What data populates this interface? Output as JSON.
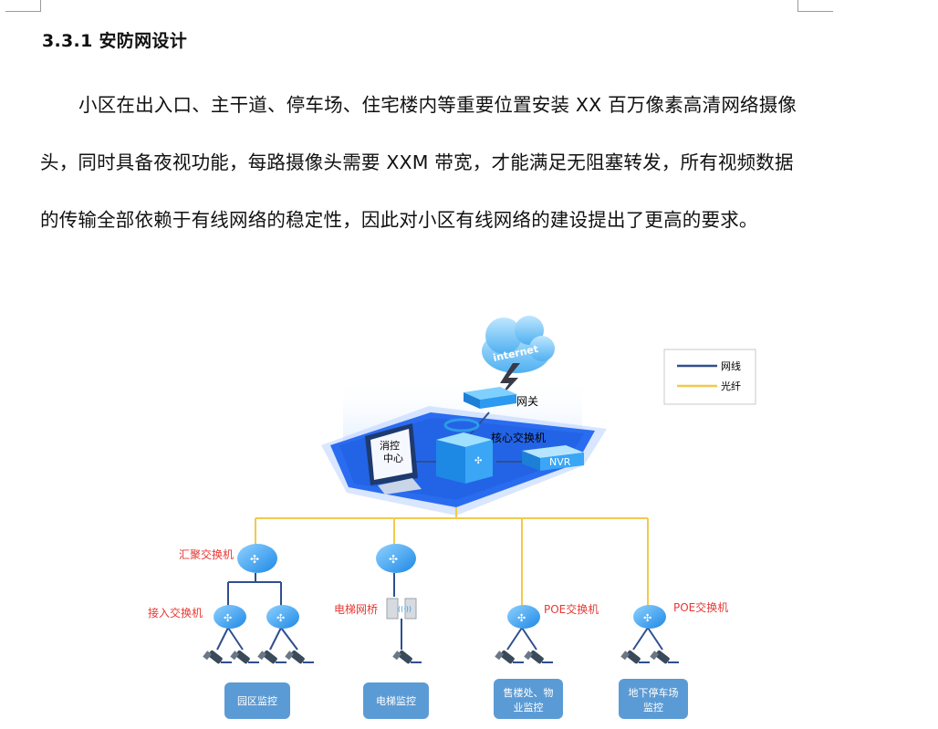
{
  "section": {
    "heading": "3.3.1 安防网设计",
    "paragraph": "小区在出入口、主干道、停车场、住宅楼内等重要位置安装 XX 百万像素高清网络摄像头，同时具备夜视功能，每路摄像头需要 XXM 带宽，才能满足无阻塞转发，所有视频数据的传输全部依赖于有线网络的稳定性，因此对小区有线网络的建设提出了更高的要求。"
  },
  "diagram": {
    "cloud_label": "internet",
    "legend": {
      "cable": "网线",
      "fiber": "光纤"
    },
    "labels": {
      "gateway": "网关",
      "core_switch": "核心交换机",
      "control_center_1": "消控",
      "control_center_2": "中心",
      "nvr": "NVR",
      "aggregation_switch": "汇聚交换机",
      "access_switch": "接入交换机",
      "elevator_bridge": "电梯网桥",
      "poe_switch_1": "POE交换机",
      "poe_switch_2": "POE交换机"
    },
    "boxes": {
      "park": "园区监控",
      "elevator": "电梯监控",
      "sales_1": "售楼处、物",
      "sales_2": "业监控",
      "parking_1": "地下停车场",
      "parking_2": "监控"
    },
    "colors": {
      "cable": "#2f4f8f",
      "fiber": "#f2c94c",
      "label_red": "#e53935",
      "platform": "#2a6cf0",
      "box": "#5b9bd5",
      "device": "#2e9be6"
    }
  }
}
